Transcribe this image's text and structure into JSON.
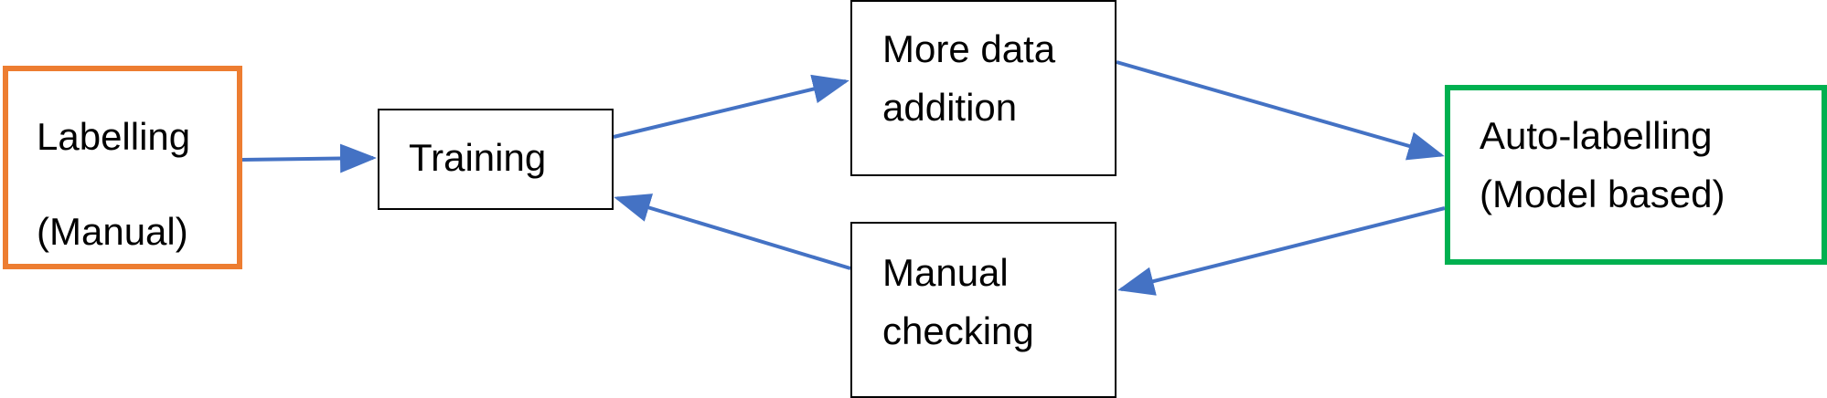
{
  "diagram": {
    "colors": {
      "arrow": "#4472C4",
      "labelling_border": "#ED7D31",
      "autolabel_border": "#00B050",
      "box_border": "#000000"
    },
    "nodes": {
      "labelling": {
        "line1": "Labelling",
        "line2": "(Manual)"
      },
      "training": {
        "line1": "Training"
      },
      "more_data": {
        "line1": "More data",
        "line2": "addition"
      },
      "manual_check": {
        "line1": "Manual",
        "line2": "checking"
      },
      "autolabel": {
        "line1": "Auto-labelling",
        "line2": "(Model based)"
      }
    },
    "edges": [
      {
        "from": "labelling",
        "to": "training"
      },
      {
        "from": "training",
        "to": "more_data"
      },
      {
        "from": "more_data",
        "to": "autolabel"
      },
      {
        "from": "autolabel",
        "to": "manual_check"
      },
      {
        "from": "manual_check",
        "to": "training"
      }
    ]
  }
}
